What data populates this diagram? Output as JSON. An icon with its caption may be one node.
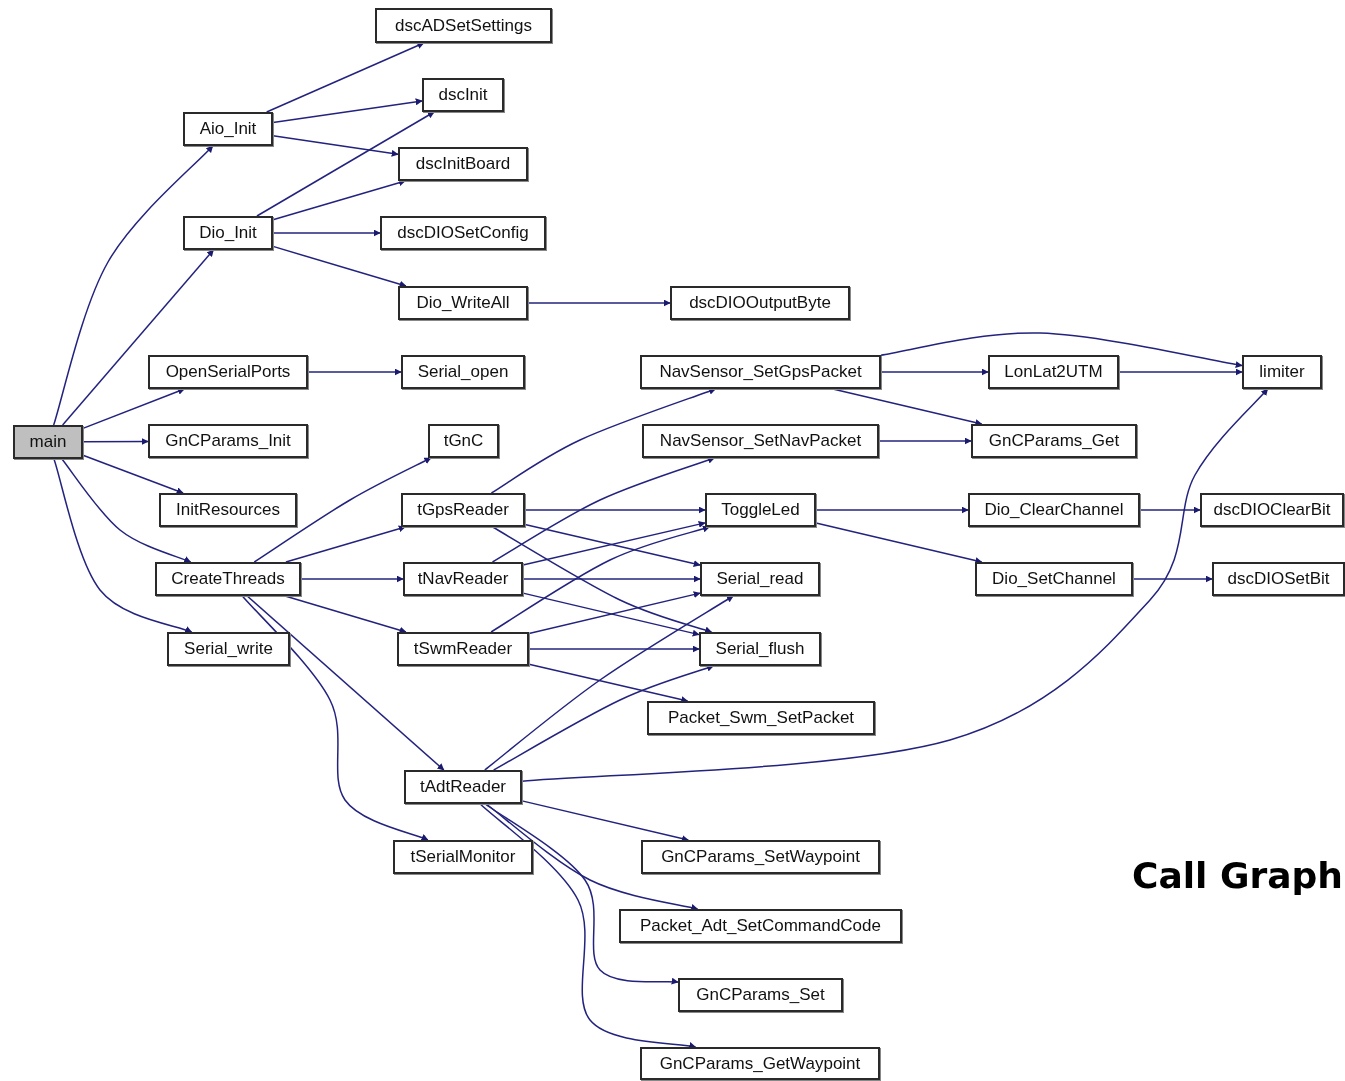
{
  "diagram": {
    "nodes": [
      {
        "text": [
          "main"
        ]
      },
      {
        "text": [
          "Aio_Init"
        ]
      },
      {
        "text": [
          "Dio_Init"
        ]
      },
      {
        "text": [
          "OpenSerialPorts"
        ]
      },
      {
        "text": [
          "GnCParams_Init"
        ]
      },
      {
        "text": [
          "InitResources"
        ]
      },
      {
        "text": [
          "CreateThreads"
        ]
      },
      {
        "text": [
          "Serial_write"
        ]
      },
      {
        "text": [
          "dscADSetSettings"
        ]
      },
      {
        "text": [
          "dscInit"
        ]
      },
      {
        "text": [
          "dscInitBoard"
        ]
      },
      {
        "text": [
          "dscDIOSetConfig"
        ]
      },
      {
        "text": [
          "Dio_WriteAll"
        ]
      },
      {
        "text": [
          "dscDIOOutputByte"
        ]
      },
      {
        "text": [
          "Serial_open"
        ]
      },
      {
        "text": [
          "tGnC"
        ]
      },
      {
        "text": [
          "tGpsReader"
        ]
      },
      {
        "text": [
          "tNavReader"
        ]
      },
      {
        "text": [
          "tSwmReader"
        ]
      },
      {
        "text": [
          "tAdtReader"
        ]
      },
      {
        "text": [
          "tSerialMonitor"
        ]
      },
      {
        "text": [
          "NavSensor_SetGpsPacket"
        ]
      },
      {
        "text": [
          "NavSensor_SetNavPacket"
        ]
      },
      {
        "text": [
          "ToggleLed"
        ]
      },
      {
        "text": [
          "Serial_read"
        ]
      },
      {
        "text": [
          "Serial_flush"
        ]
      },
      {
        "text": [
          "Packet_Swm_SetPacket"
        ]
      },
      {
        "text": [
          "GnCParams_SetWaypoint"
        ]
      },
      {
        "text": [
          "Packet_Adt_SetCommandCode"
        ]
      },
      {
        "text": [
          "GnCParams_Set"
        ]
      },
      {
        "text": [
          "GnCParams_GetWaypoint"
        ]
      },
      {
        "text": [
          "LonLat2UTM"
        ]
      },
      {
        "text": [
          "GnCParams_Get"
        ]
      },
      {
        "text": [
          "Dio_ClearChannel"
        ]
      },
      {
        "text": [
          "Dio_SetChannel"
        ]
      },
      {
        "text": [
          "limiter"
        ]
      },
      {
        "text": [
          "dscDIOClearBit"
        ]
      },
      {
        "text": [
          "dscDIOSetBit"
        ]
      }
    ],
    "edges": [
      {
        "from": 0,
        "to": 1,
        "arrow": "to"
      },
      {
        "from": 0,
        "to": 2,
        "arrow": "to"
      },
      {
        "from": 0,
        "to": 3,
        "arrow": "to"
      },
      {
        "from": 0,
        "to": 4,
        "arrow": "to"
      },
      {
        "from": 0,
        "to": 5,
        "arrow": "to"
      },
      {
        "from": 0,
        "to": 6,
        "arrow": "to"
      },
      {
        "from": 0,
        "to": 7,
        "arrow": "to"
      },
      {
        "from": 1,
        "to": 8,
        "arrow": "to"
      },
      {
        "from": 1,
        "to": 9,
        "arrow": "to"
      },
      {
        "from": 1,
        "to": 10,
        "arrow": "to"
      },
      {
        "from": 2,
        "to": 9,
        "arrow": "to"
      },
      {
        "from": 2,
        "to": 10,
        "arrow": "to"
      },
      {
        "from": 2,
        "to": 11,
        "arrow": "to"
      },
      {
        "from": 2,
        "to": 12,
        "arrow": "to"
      },
      {
        "from": 12,
        "to": 13,
        "arrow": "to"
      },
      {
        "from": 3,
        "to": 14,
        "arrow": "to"
      },
      {
        "from": 6,
        "to": 15,
        "arrow": "to"
      },
      {
        "from": 6,
        "to": 16,
        "arrow": "to"
      },
      {
        "from": 6,
        "to": 17,
        "arrow": "to"
      },
      {
        "from": 6,
        "to": 18,
        "arrow": "to"
      },
      {
        "from": 6,
        "to": 19,
        "arrow": "to"
      },
      {
        "from": 6,
        "to": 20,
        "arrow": "to"
      },
      {
        "from": 16,
        "to": 21,
        "arrow": "to"
      },
      {
        "from": 16,
        "to": 23,
        "arrow": "to"
      },
      {
        "from": 16,
        "to": 24,
        "arrow": "to"
      },
      {
        "from": 16,
        "to": 25,
        "arrow": "to"
      },
      {
        "from": 17,
        "to": 22,
        "arrow": "to"
      },
      {
        "from": 17,
        "to": 23,
        "arrow": "to"
      },
      {
        "from": 17,
        "to": 24,
        "arrow": "to"
      },
      {
        "from": 17,
        "to": 25,
        "arrow": "to"
      },
      {
        "from": 18,
        "to": 23,
        "arrow": "to"
      },
      {
        "from": 18,
        "to": 24,
        "arrow": "to"
      },
      {
        "from": 18,
        "to": 25,
        "arrow": "to"
      },
      {
        "from": 18,
        "to": 26,
        "arrow": "to"
      },
      {
        "from": 19,
        "to": 24,
        "arrow": "to"
      },
      {
        "from": 19,
        "to": 25,
        "arrow": "to"
      },
      {
        "from": 19,
        "to": 35,
        "arrow": "to"
      },
      {
        "from": 19,
        "to": 27,
        "arrow": "to"
      },
      {
        "from": 19,
        "to": 28,
        "arrow": "to"
      },
      {
        "from": 19,
        "to": 29,
        "arrow": "to"
      },
      {
        "from": 19,
        "to": 30,
        "arrow": "to"
      },
      {
        "from": 21,
        "to": 35,
        "arrow": "to"
      },
      {
        "from": 21,
        "to": 31,
        "arrow": "to"
      },
      {
        "from": 21,
        "to": 32,
        "arrow": "to"
      },
      {
        "from": 22,
        "to": 32,
        "arrow": "to"
      },
      {
        "from": 31,
        "to": 35,
        "arrow": "to"
      },
      {
        "from": 23,
        "to": 33,
        "arrow": "to"
      },
      {
        "from": 23,
        "to": 34,
        "arrow": "to"
      },
      {
        "from": 33,
        "to": 36,
        "arrow": "to"
      },
      {
        "from": 34,
        "to": 37,
        "arrow": "to"
      }
    ],
    "labels": [
      "Call Graph"
    ]
  }
}
